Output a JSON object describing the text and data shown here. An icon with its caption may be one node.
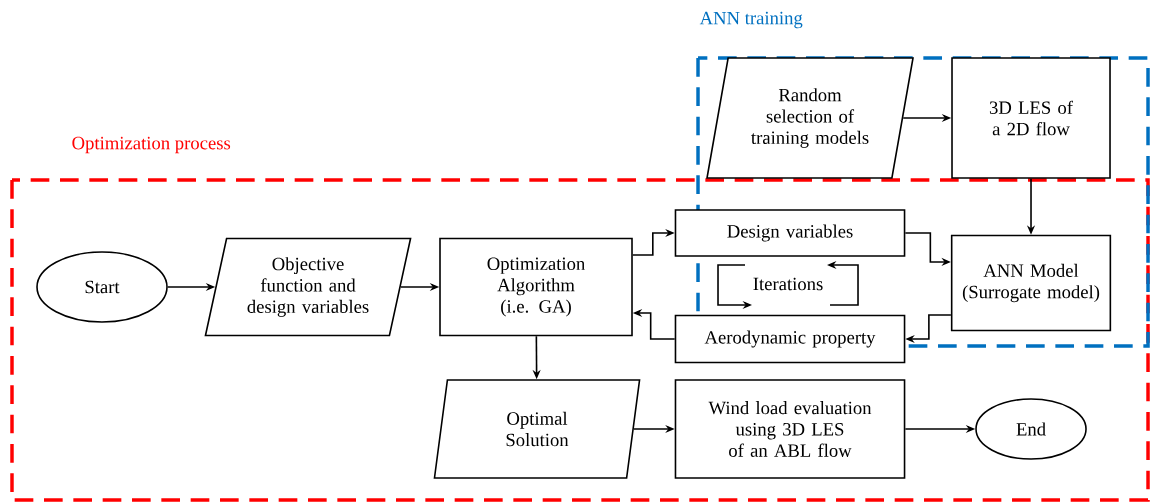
{
  "diagram": {
    "nodes": [
      {
        "text": [
          "Optimization process"
        ]
      },
      {
        "text": [
          "ANN training"
        ]
      },
      {
        "text": [
          "Random selection of training models"
        ],
        "in": 1
      },
      {
        "text": [
          "3D LES of a 2D flow"
        ],
        "in": 1
      },
      {
        "text": [
          "Start"
        ],
        "in": 0
      },
      {
        "text": [
          "Objective function and design variables"
        ],
        "in": 0
      },
      {
        "text": [
          "Optimization Algorithm (i.e. GA)"
        ],
        "in": 0
      },
      {
        "text": [
          "Design variables"
        ],
        "in": 0
      },
      {
        "text": [
          "Aerodynamic property"
        ],
        "in": 0
      },
      {
        "text": [
          "ANN Model (Surrogate model)"
        ]
      },
      {
        "text": [
          "Optimal Solution"
        ],
        "in": 0
      },
      {
        "text": [
          "Wind load evaluation using 3D LES of an ABL flow"
        ],
        "in": 0
      },
      {
        "text": [
          "End"
        ],
        "in": 0
      }
    ],
    "edges": [
      {
        "from": 2,
        "to": 3,
        "arrow": "to"
      },
      {
        "from": 3,
        "to": 9,
        "arrow": "to"
      },
      {
        "from": 4,
        "to": 5,
        "arrow": "to"
      },
      {
        "from": 5,
        "to": 6,
        "arrow": "to"
      },
      {
        "from": 6,
        "to": 7,
        "arrow": "to"
      },
      {
        "from": 7,
        "to": 9,
        "arrow": "to"
      },
      {
        "from": 9,
        "to": 8,
        "arrow": "to"
      },
      {
        "from": 8,
        "to": 6,
        "arrow": "to"
      },
      {
        "from": 6,
        "to": 10,
        "arrow": "to"
      },
      {
        "from": 10,
        "to": 11,
        "arrow": "to"
      },
      {
        "from": 11,
        "to": 12,
        "arrow": "to"
      }
    ],
    "labels": [
      "Iterations"
    ]
  }
}
